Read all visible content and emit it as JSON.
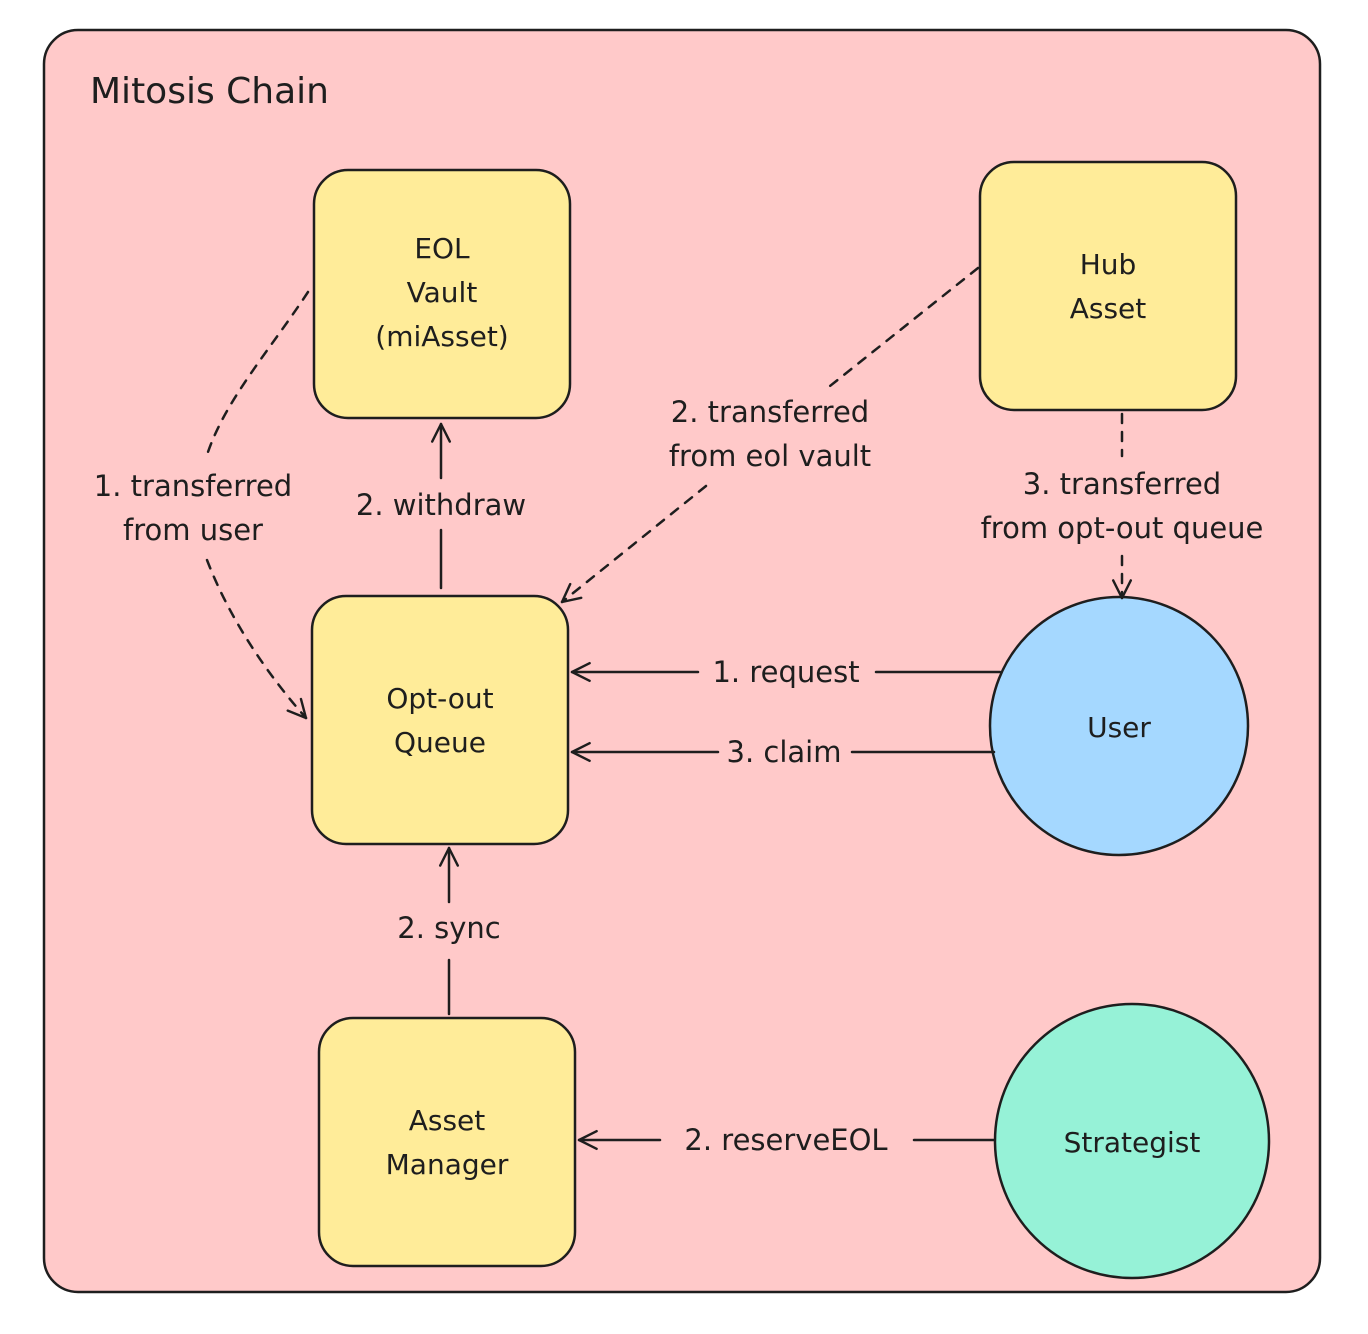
{
  "container": {
    "title": "Mitosis Chain",
    "fill": "#ffc9c9"
  },
  "colors": {
    "box": "#ffec99",
    "user": "#a5d8ff",
    "strategist": "#96f2d7",
    "stroke": "#1e1e1e"
  },
  "nodes": {
    "eol_vault": {
      "lines": [
        "EOL",
        "Vault",
        "(miAsset)"
      ]
    },
    "hub_asset": {
      "lines": [
        "Hub",
        "Asset"
      ]
    },
    "opt_out_queue": {
      "lines": [
        "Opt-out",
        "Queue"
      ]
    },
    "asset_manager": {
      "lines": [
        "Asset",
        "Manager"
      ]
    },
    "user": {
      "label": "User"
    },
    "strategist": {
      "label": "Strategist"
    }
  },
  "edges": {
    "transferred_from_user": [
      "1. transferred",
      "from user"
    ],
    "withdraw": "2. withdraw",
    "transferred_from_eol_vault": [
      "2. transferred",
      "from eol vault"
    ],
    "transferred_from_opt_out_queue": [
      "3. transferred",
      "from opt-out queue"
    ],
    "request": "1. request",
    "claim": "3. claim",
    "sync": "2. sync",
    "reserve_eol": "2. reserveEOL"
  }
}
